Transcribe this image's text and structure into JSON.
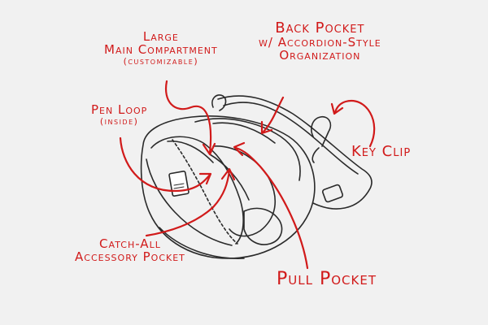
{
  "colors": {
    "background": "#f1f1f1",
    "annotation": "#d11a1a",
    "sketch": "#2a2a2a"
  },
  "labels": {
    "main_compartment": {
      "line1": "Large",
      "line2": "Main Compartment",
      "line3": "(customizable)"
    },
    "back_pocket": {
      "line1": "Back Pocket",
      "line2": "w/ Accordion-Style",
      "line3": "Organization"
    },
    "pen_loop": {
      "line1": "Pen Loop",
      "line2": "(inside)"
    },
    "key_clip": {
      "line1": "Key Clip"
    },
    "catch_all": {
      "line1": "Catch-All",
      "line2": "Accessory Pocket"
    },
    "pull_pocket": {
      "line1": "Pull Pocket"
    }
  }
}
